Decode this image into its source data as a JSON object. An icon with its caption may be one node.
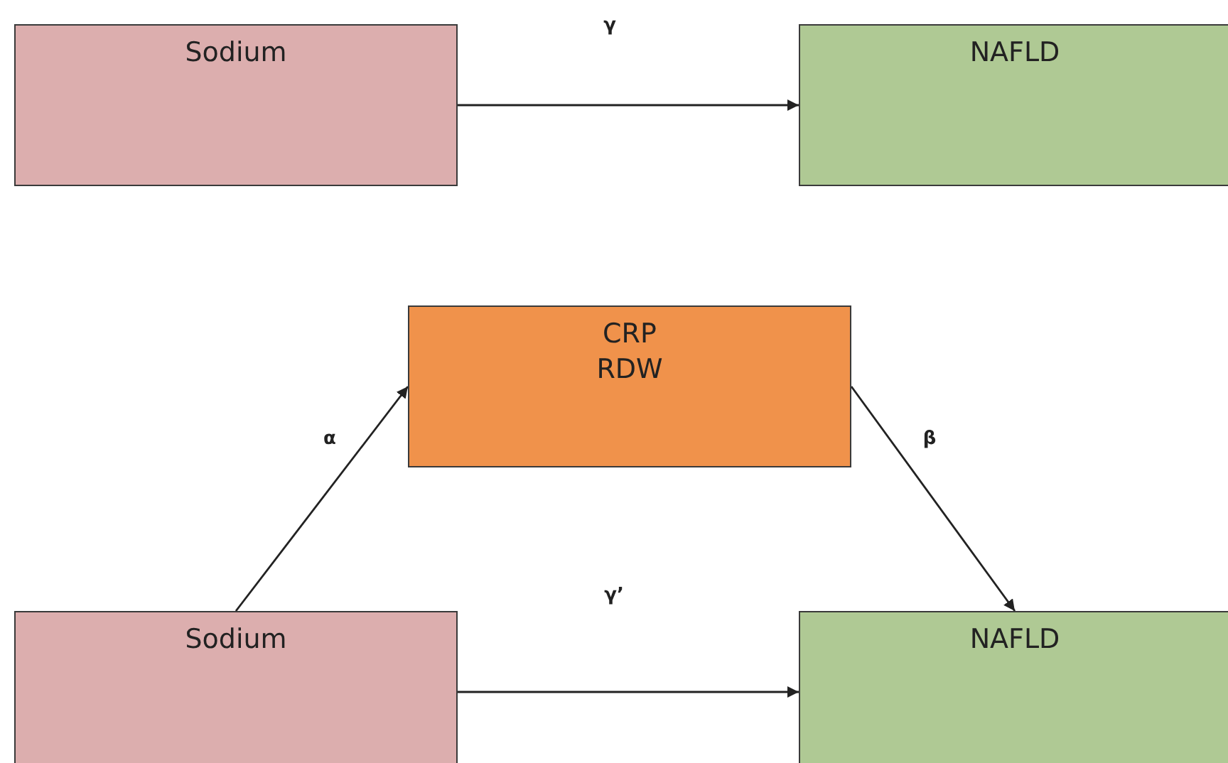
{
  "diagram": {
    "nodes": [
      {
        "text": [
          "Sodium"
        ]
      },
      {
        "text": [
          "NAFLD"
        ]
      },
      {
        "text": [
          "CRP",
          "RDW"
        ]
      },
      {
        "text": [
          "Sodium"
        ]
      },
      {
        "text": [
          "NAFLD"
        ]
      }
    ],
    "edges": [
      {
        "from": 0,
        "to": 1,
        "arrow": "to",
        "label": "γ"
      },
      {
        "from": 3,
        "to": 2,
        "arrow": "to",
        "label": "α"
      },
      {
        "from": 2,
        "to": 4,
        "arrow": "to",
        "label": "β"
      },
      {
        "from": 3,
        "to": 4,
        "arrow": "to",
        "label": "γ’"
      }
    ]
  }
}
